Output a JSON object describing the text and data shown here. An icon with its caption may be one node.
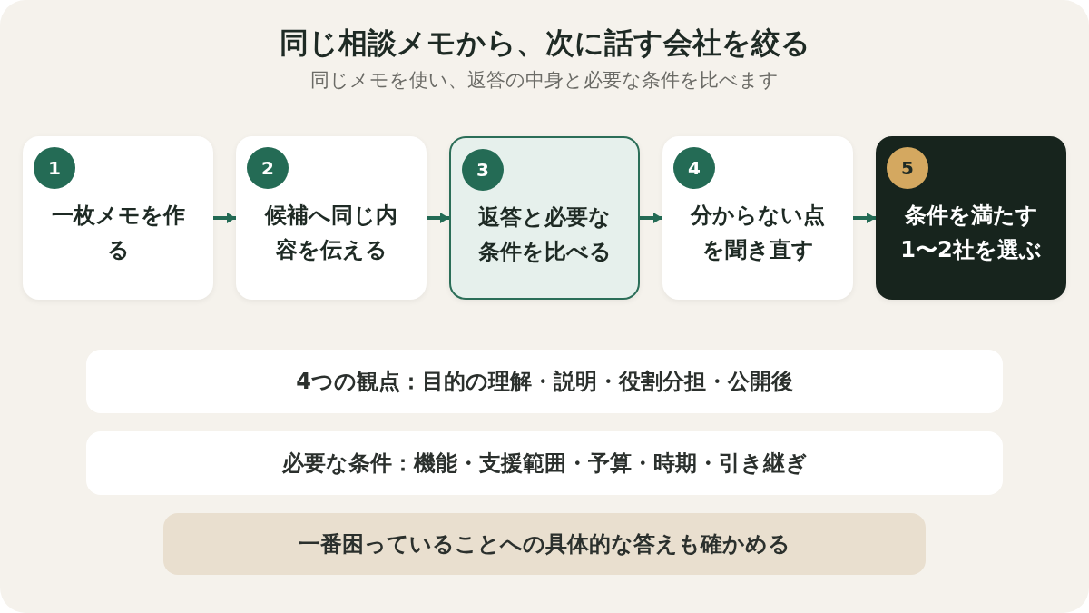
{
  "diagram": {
    "title": "同じ相談メモから、次に話す会社を絞る",
    "nodes": [
      {
        "text": [
          "1",
          "一枚メモを作る"
        ]
      },
      {
        "text": [
          "2",
          "候補へ同じ内容を伝える"
        ]
      },
      {
        "text": [
          "3",
          "返答と必要な条件を比べる"
        ]
      },
      {
        "text": [
          "4",
          "分からない点を聞き直す"
        ]
      },
      {
        "text": [
          "5",
          "条件を満たす1〜2社を選ぶ"
        ]
      },
      {
        "text": [
          "4つの観点：目的の理解・説明・役割分担・公開後"
        ]
      },
      {
        "text": [
          "必要な条件：機能・支援範囲・予算・時期・引き継ぎ"
        ]
      },
      {
        "text": [
          "一番困っていることへの具体的な答えも確かめる"
        ]
      }
    ],
    "edges": [
      {
        "from": 0,
        "to": 1,
        "arrow": "to"
      },
      {
        "from": 1,
        "to": 2,
        "arrow": "to"
      },
      {
        "from": 2,
        "to": 3,
        "arrow": "to"
      },
      {
        "from": 3,
        "to": 4,
        "arrow": "to"
      }
    ],
    "labels": [
      "同じメモを使い、返答の中身と必要な条件を比べます"
    ]
  }
}
